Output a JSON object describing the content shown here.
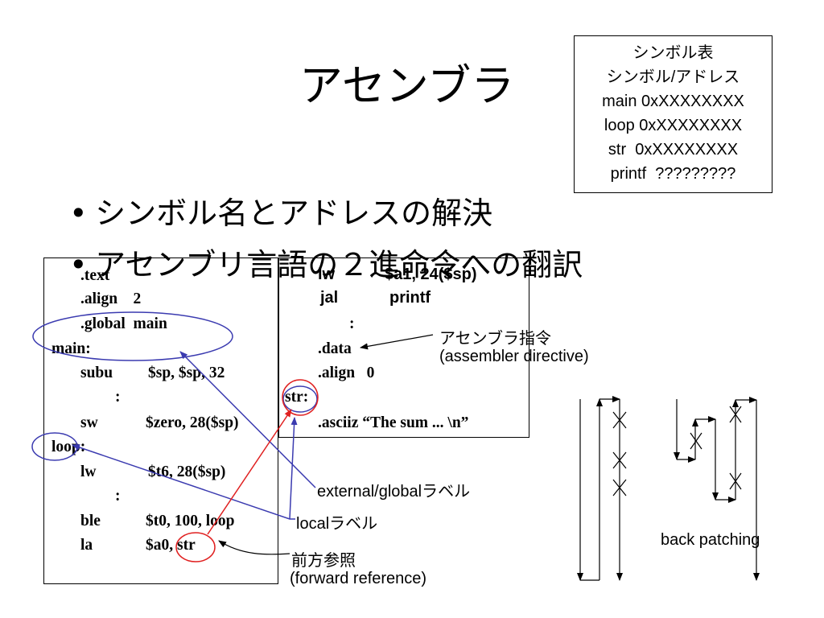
{
  "slide": {
    "title": "アセンブラ",
    "bullets": [
      "シンボル名とアドレスの解決",
      "アセンブリ言語の２進命令への翻訳"
    ],
    "bullet_marker": "•"
  },
  "symbol_table": {
    "lines": [
      "シンボル表",
      "シンボル/アドレス",
      "main 0xXXXXXXXX",
      "loop 0xXXXXXXXX",
      "str  0xXXXXXXXX",
      "printf  ?????????"
    ]
  },
  "left_code": {
    "text": ".text",
    "align": ".align    2",
    "global": ".global  main",
    "main_label": "main:",
    "subu_op": "subu",
    "subu_args": "$sp, $sp, 32",
    "colon1": ":",
    "sw_op": "sw",
    "sw_args": "$zero, 28($sp)",
    "loop_label": "loop:",
    "lw_op": "lw",
    "lw_args": "$t6, 28($sp)",
    "colon2": ":",
    "ble_op": "ble",
    "ble_args": "$t0, 100, loop",
    "la_op": "la",
    "la_args": "$a0, str"
  },
  "right_code": {
    "lw_op": "lw",
    "lw_args": "$a1, 24($sp)",
    "jal_op": "jal",
    "jal_args": "printf",
    "colon": ":",
    "data": ".data",
    "align": ".align   0",
    "str_label": "str:",
    "asciiz": ".asciiz “The sum ... \\n”"
  },
  "annotations": {
    "directive_ja": "アセンブラ指令",
    "directive_en": "(assembler directive)",
    "external_global": "external/globalラベル",
    "local": "localラベル",
    "forward_ja": "前方参照",
    "forward_en": "(forward reference)",
    "back_patching": "back patching"
  },
  "colors": {
    "ellipse": "#3b3bb0",
    "red": "#e02020",
    "arrow_blue": "#3b3bb0"
  }
}
